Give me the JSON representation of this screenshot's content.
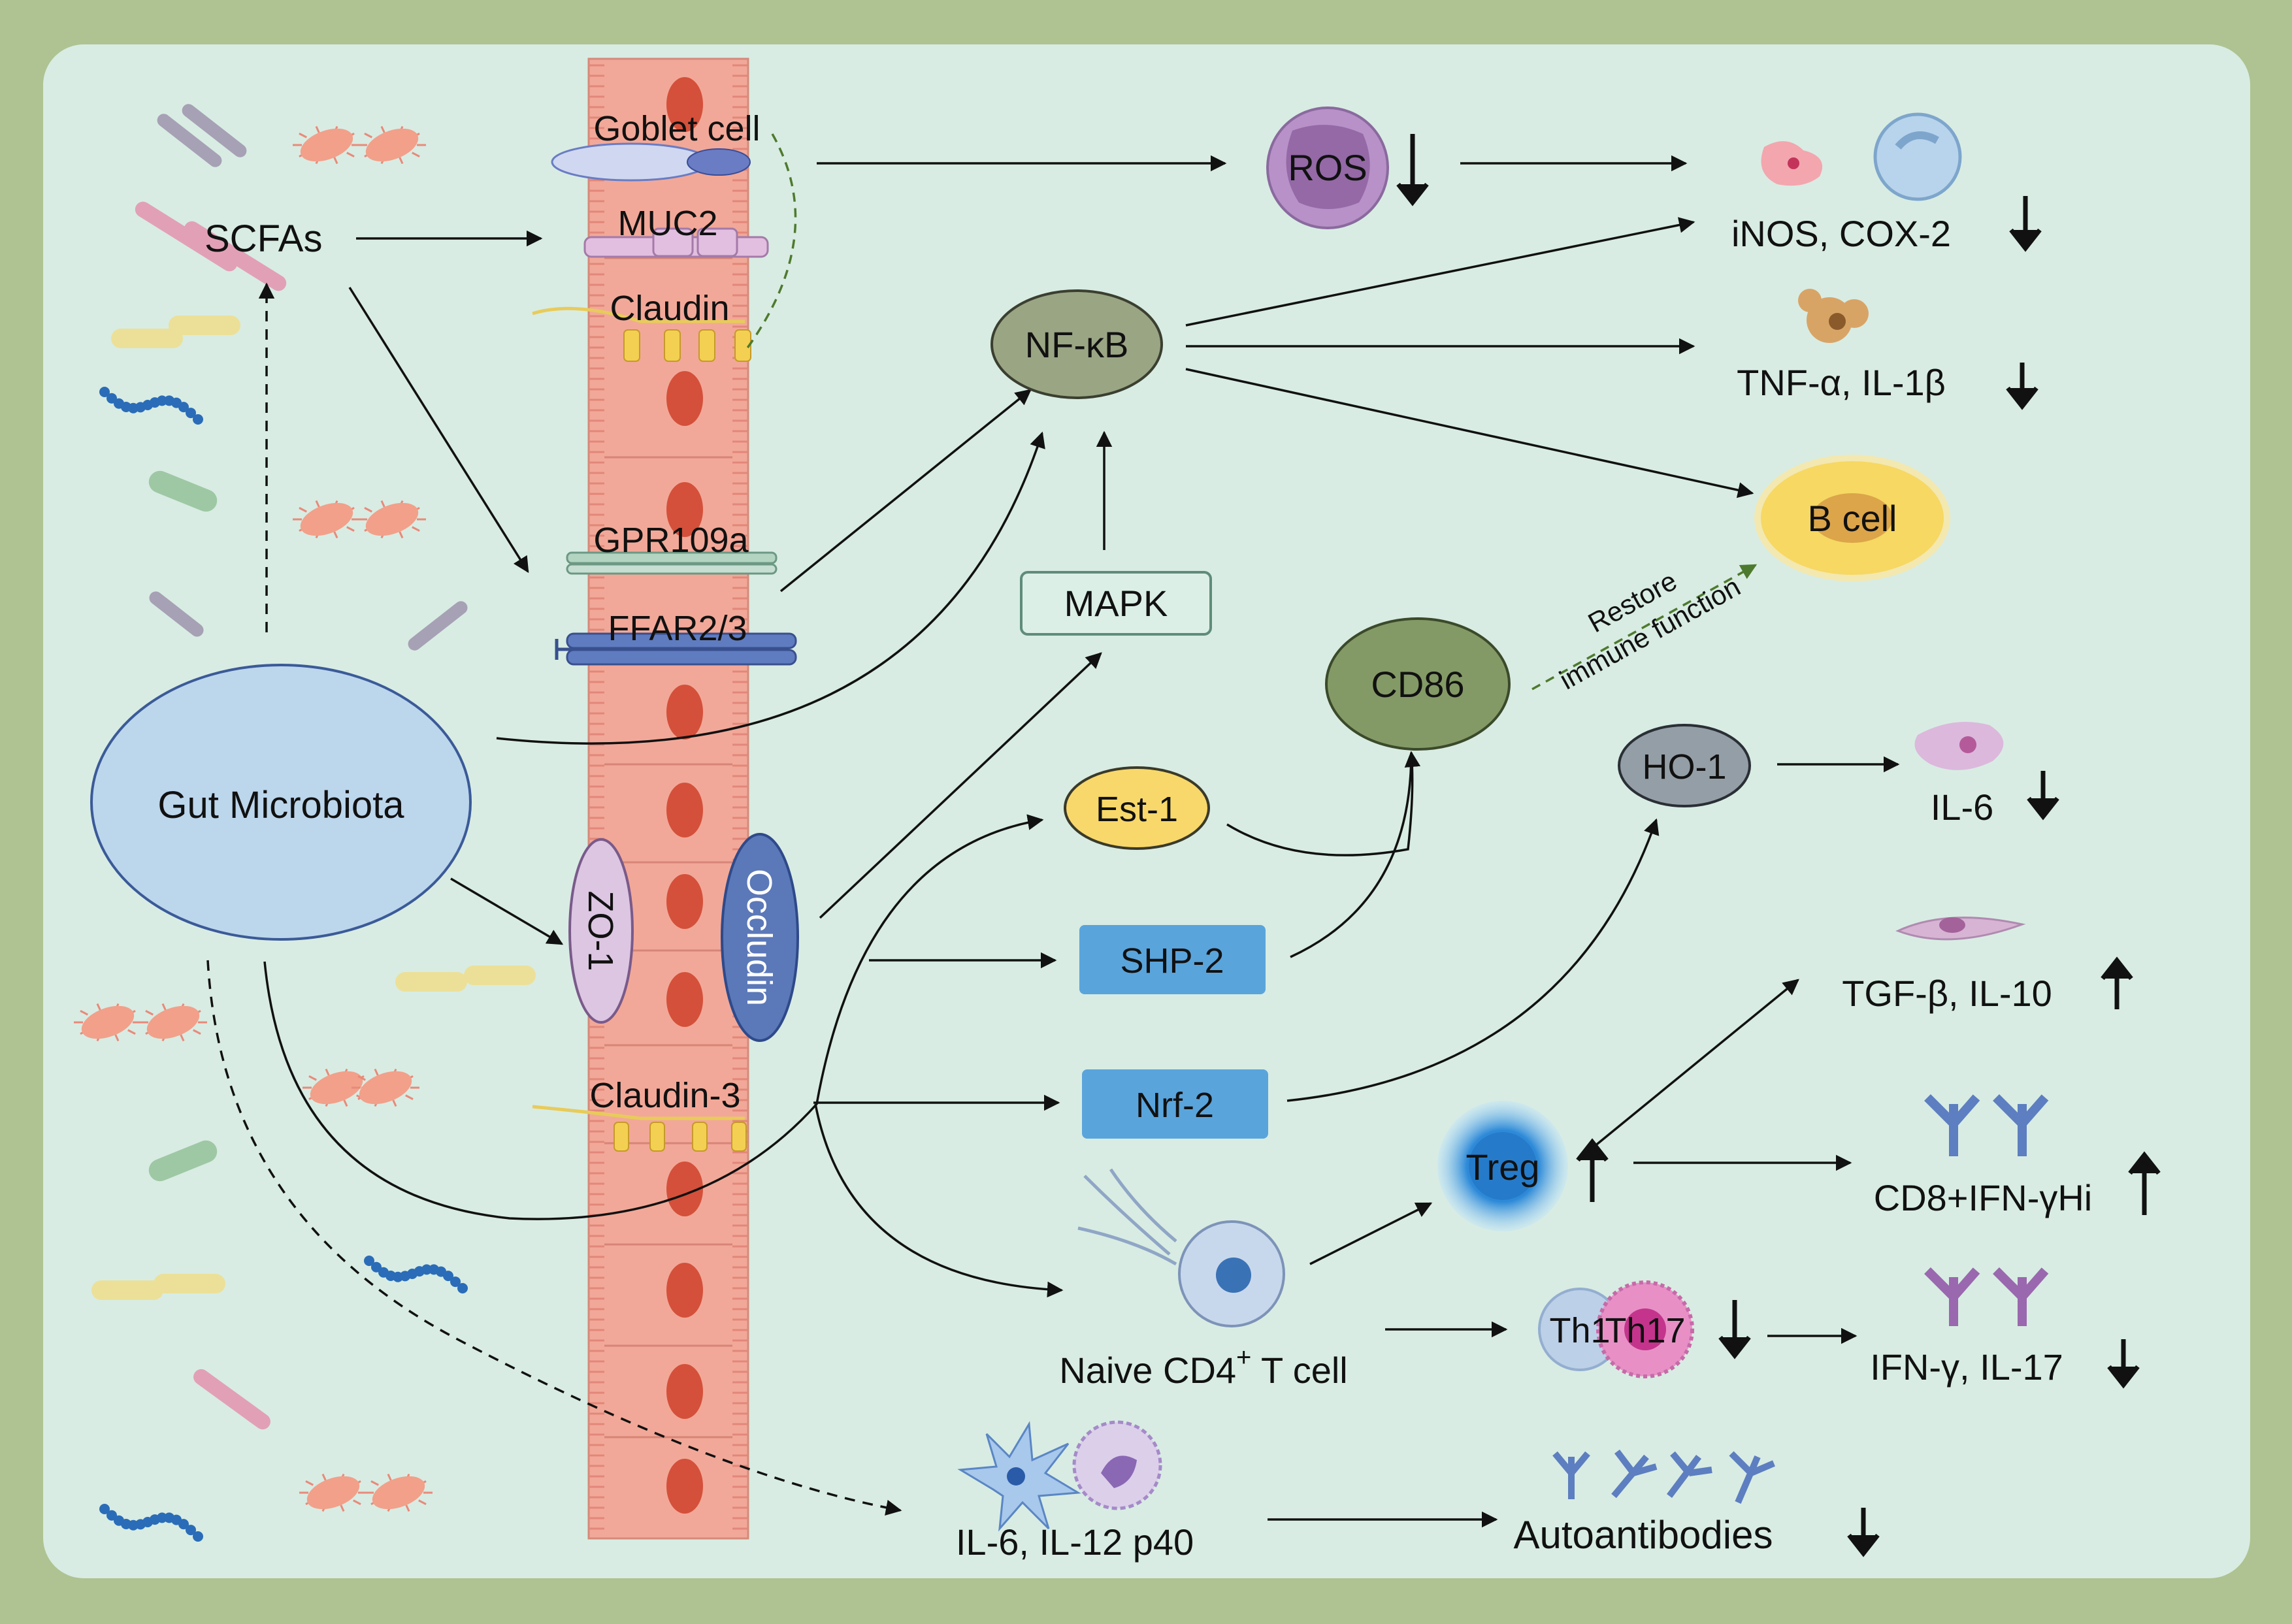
{
  "labels": {
    "scfas": "SCFAs",
    "gut_microbiota": "Gut Microbiota",
    "goblet_cell": "Goblet cell",
    "muc2": "MUC2",
    "claudin": "Claudin",
    "gpr109a": "GPR109a",
    "ffar": "FFAR2/3",
    "zo1": "ZO-1",
    "occludin": "Occludin",
    "claudin3": "Claudin-3",
    "ros": "ROS",
    "nfkb": "NF-κB",
    "mapk": "MAPK",
    "cd86": "CD86",
    "bcell": "B cell",
    "restore_1": "Restore",
    "restore_2": "immune function",
    "inos": "iNOS, COX-2",
    "tnf": "TNF-α, IL-1β",
    "est1": "Est-1",
    "ho1": "HO-1",
    "il6": "IL-6",
    "shp2": "SHP-2",
    "tgf": "TGF-β, IL-10",
    "nrf2": "Nrf-2",
    "treg": "Treg",
    "cd8": "CD8+IFN-γHi",
    "naive_a": "Naive CD4",
    "naive_sup": "+",
    "naive_b": " T cell",
    "th1": "Th1",
    "th17": "Th17",
    "ifn": "IFN-γ, IL-17",
    "il6_12": "IL-6, IL-12 p40",
    "autoantibodies": "Autoantibodies"
  },
  "colors": {
    "frame": "#aec391",
    "panel": "#d8ece3",
    "epithelium": "#f2a898",
    "nucleus": "#d4503a",
    "microbiota": "#bcd6ec",
    "nfkb": "#9aa584",
    "cd86": "#849a66",
    "bcell": "#f6d863",
    "est1": "#f8d86a",
    "ho1": "#949ea6",
    "signal_box": "#5aa4dc",
    "zo1": "#dcc6e2",
    "occludin": "#5b78b8",
    "ros": "#b891c8"
  }
}
